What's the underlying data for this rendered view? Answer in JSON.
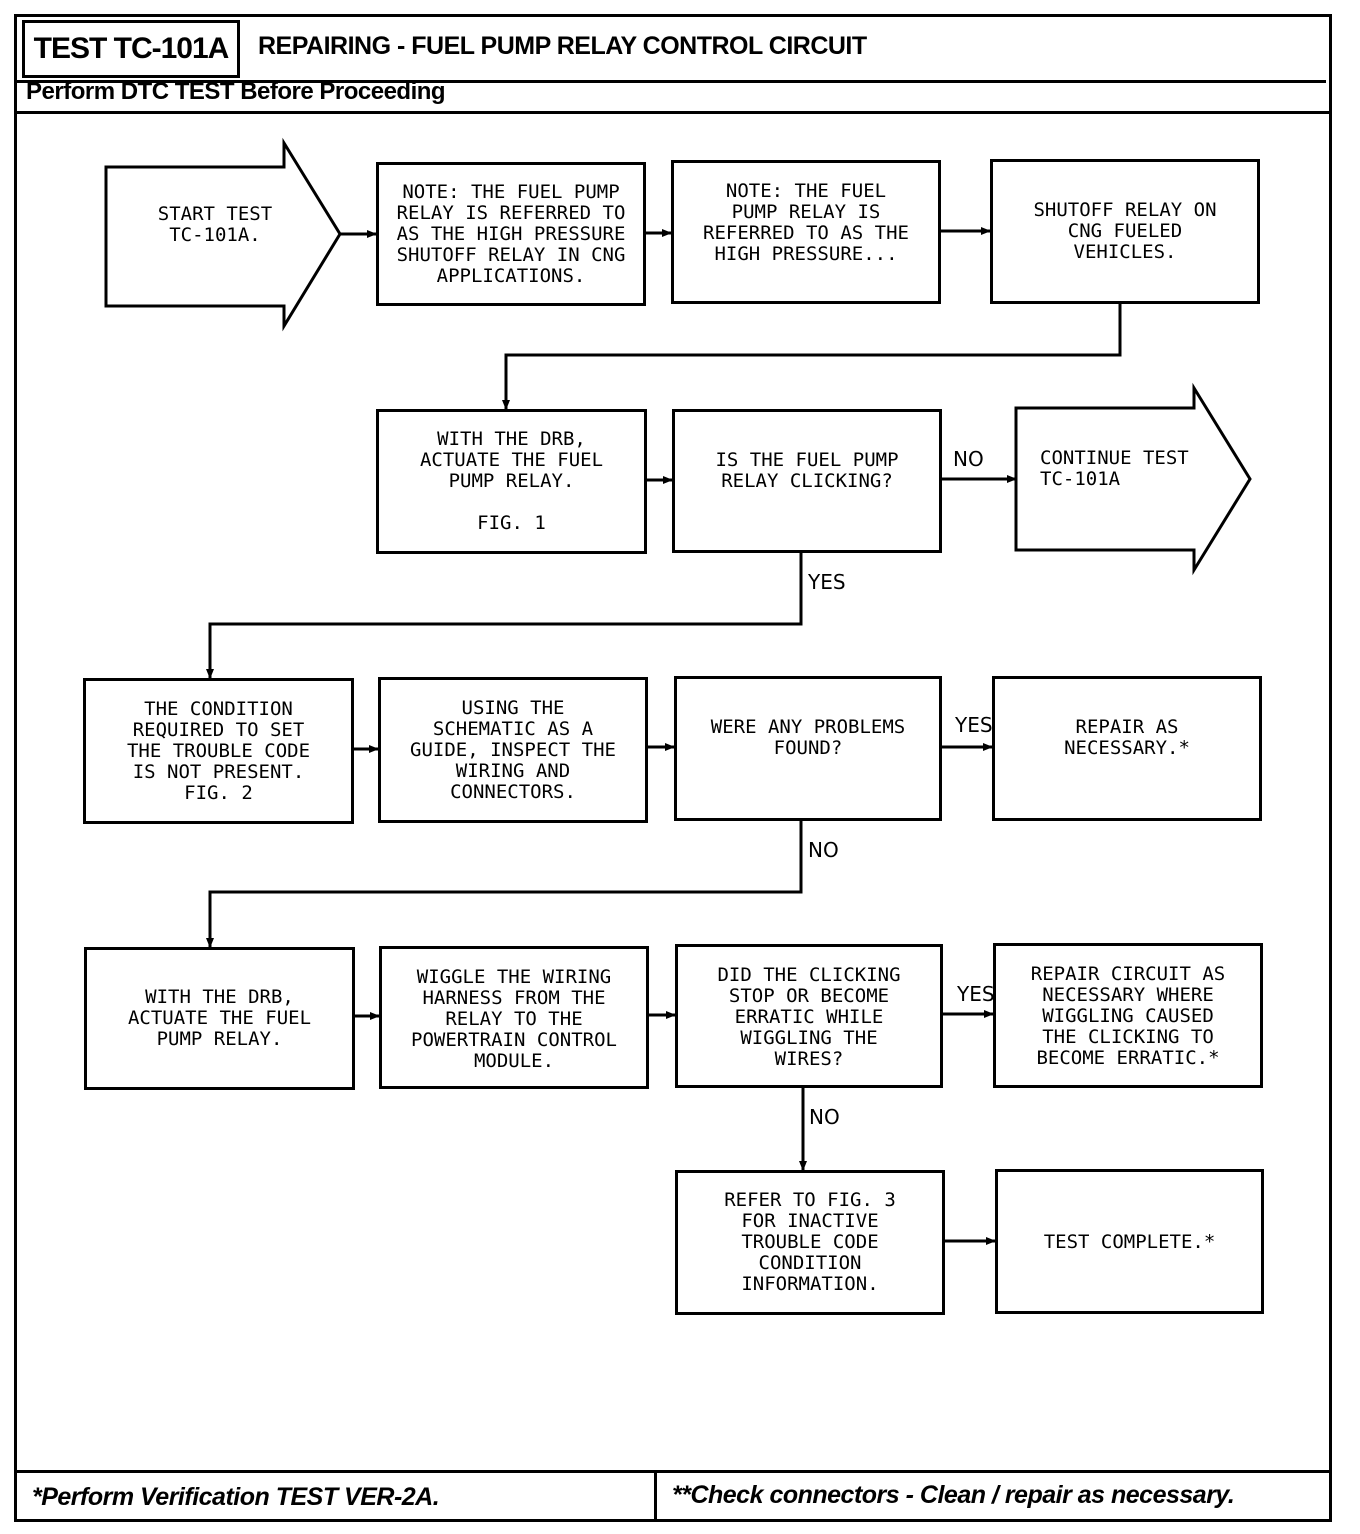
{
  "header": {
    "test_id": "TEST TC-101A",
    "title": "REPAIRING - FUEL PUMP RELAY CONTROL CIRCUIT",
    "subtitle": "Perform DTC TEST Before Proceeding"
  },
  "footer": {
    "left": "*Perform Verification TEST VER-2A.",
    "right": "**Check connectors - Clean / repair as necessary."
  },
  "flow": {
    "start": "START TEST\nTC-101A.",
    "note1": "NOTE: THE FUEL PUMP\nRELAY IS REFERRED TO\nAS THE HIGH PRESSURE\nSHUTOFF RELAY IN CNG\nAPPLICATIONS.",
    "note2": "NOTE: THE FUEL\nPUMP RELAY IS\nREFERRED TO AS THE\nHIGH PRESSURE...",
    "note3": "SHUTOFF RELAY ON\nCNG FUELED\nVEHICLES.",
    "actuate1": "WITH THE DRB,\nACTUATE THE FUEL\nPUMP RELAY.\n\nFIG. 1",
    "clicking_q": "IS THE FUEL PUMP\nRELAY CLICKING?",
    "continue": "CONTINUE TEST\nTC-101A",
    "condition": "THE CONDITION\nREQUIRED TO SET\nTHE TROUBLE CODE\nIS NOT PRESENT.\nFIG. 2",
    "inspect": "USING THE\nSCHEMATIC AS A\nGUIDE, INSPECT THE\nWIRING AND\nCONNECTORS.",
    "problems_q": "WERE ANY PROBLEMS\nFOUND?",
    "repair1": "REPAIR AS\nNECESSARY.*",
    "actuate2": "WITH THE DRB,\nACTUATE THE FUEL\nPUMP RELAY.",
    "wiggle": "WIGGLE THE WIRING\nHARNESS FROM THE\nRELAY TO THE\nPOWERTRAIN CONTROL\nMODULE.",
    "erratic_q": "DID THE CLICKING\nSTOP OR BECOME\nERRATIC WHILE\nWIGGLING THE\nWIRES?",
    "repair2": "REPAIR CIRCUIT AS\nNECESSARY WHERE\nWIGGLING CAUSED\nTHE CLICKING TO\nBECOME ERRATIC.*",
    "refer": "REFER TO FIG. 3\nFOR INACTIVE\nTROUBLE CODE\nCONDITION\nINFORMATION.",
    "complete": "TEST COMPLETE.*"
  },
  "labels": {
    "no_1": "NO",
    "yes_1": "YES",
    "yes_2": "YES",
    "no_2": "NO",
    "yes_3": "YES",
    "no_3": "NO"
  }
}
